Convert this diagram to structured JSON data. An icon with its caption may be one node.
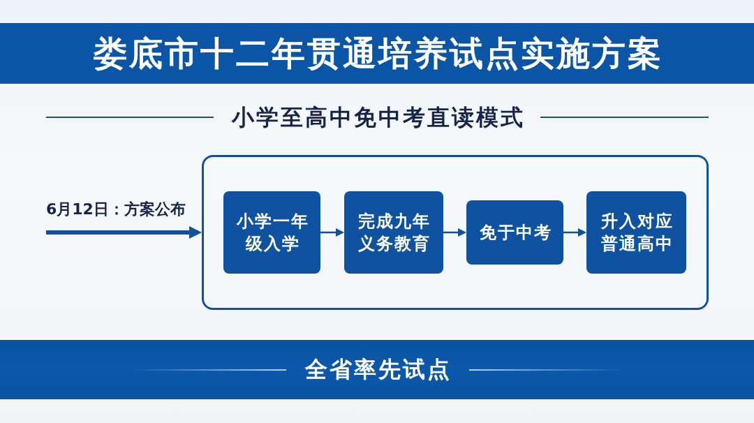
{
  "diagram": {
    "title": "娄底市十二年贯通培养试点实施方案",
    "nodes": [
      {
        "text": [],
        "shape": "box"
      },
      {
        "text": [
          "小学一年级入学"
        ],
        "in": 0
      },
      {
        "text": [
          "完成九年义务教育"
        ],
        "in": 0
      },
      {
        "text": [
          "免于中考"
        ],
        "in": 0
      },
      {
        "text": [
          "升入对应普通高中"
        ],
        "in": 0
      }
    ],
    "edges": [
      {
        "from": null,
        "to": 0,
        "arrow": "to",
        "label": "6月12日：方案公布",
        "style": "thick"
      },
      {
        "from": 1,
        "to": 2,
        "arrow": "to"
      },
      {
        "from": 2,
        "to": 3,
        "arrow": "to"
      },
      {
        "from": 3,
        "to": 4,
        "arrow": "to"
      }
    ],
    "labels": [
      "小学至高中免中考直读模式",
      "全省率先试点"
    ]
  }
}
